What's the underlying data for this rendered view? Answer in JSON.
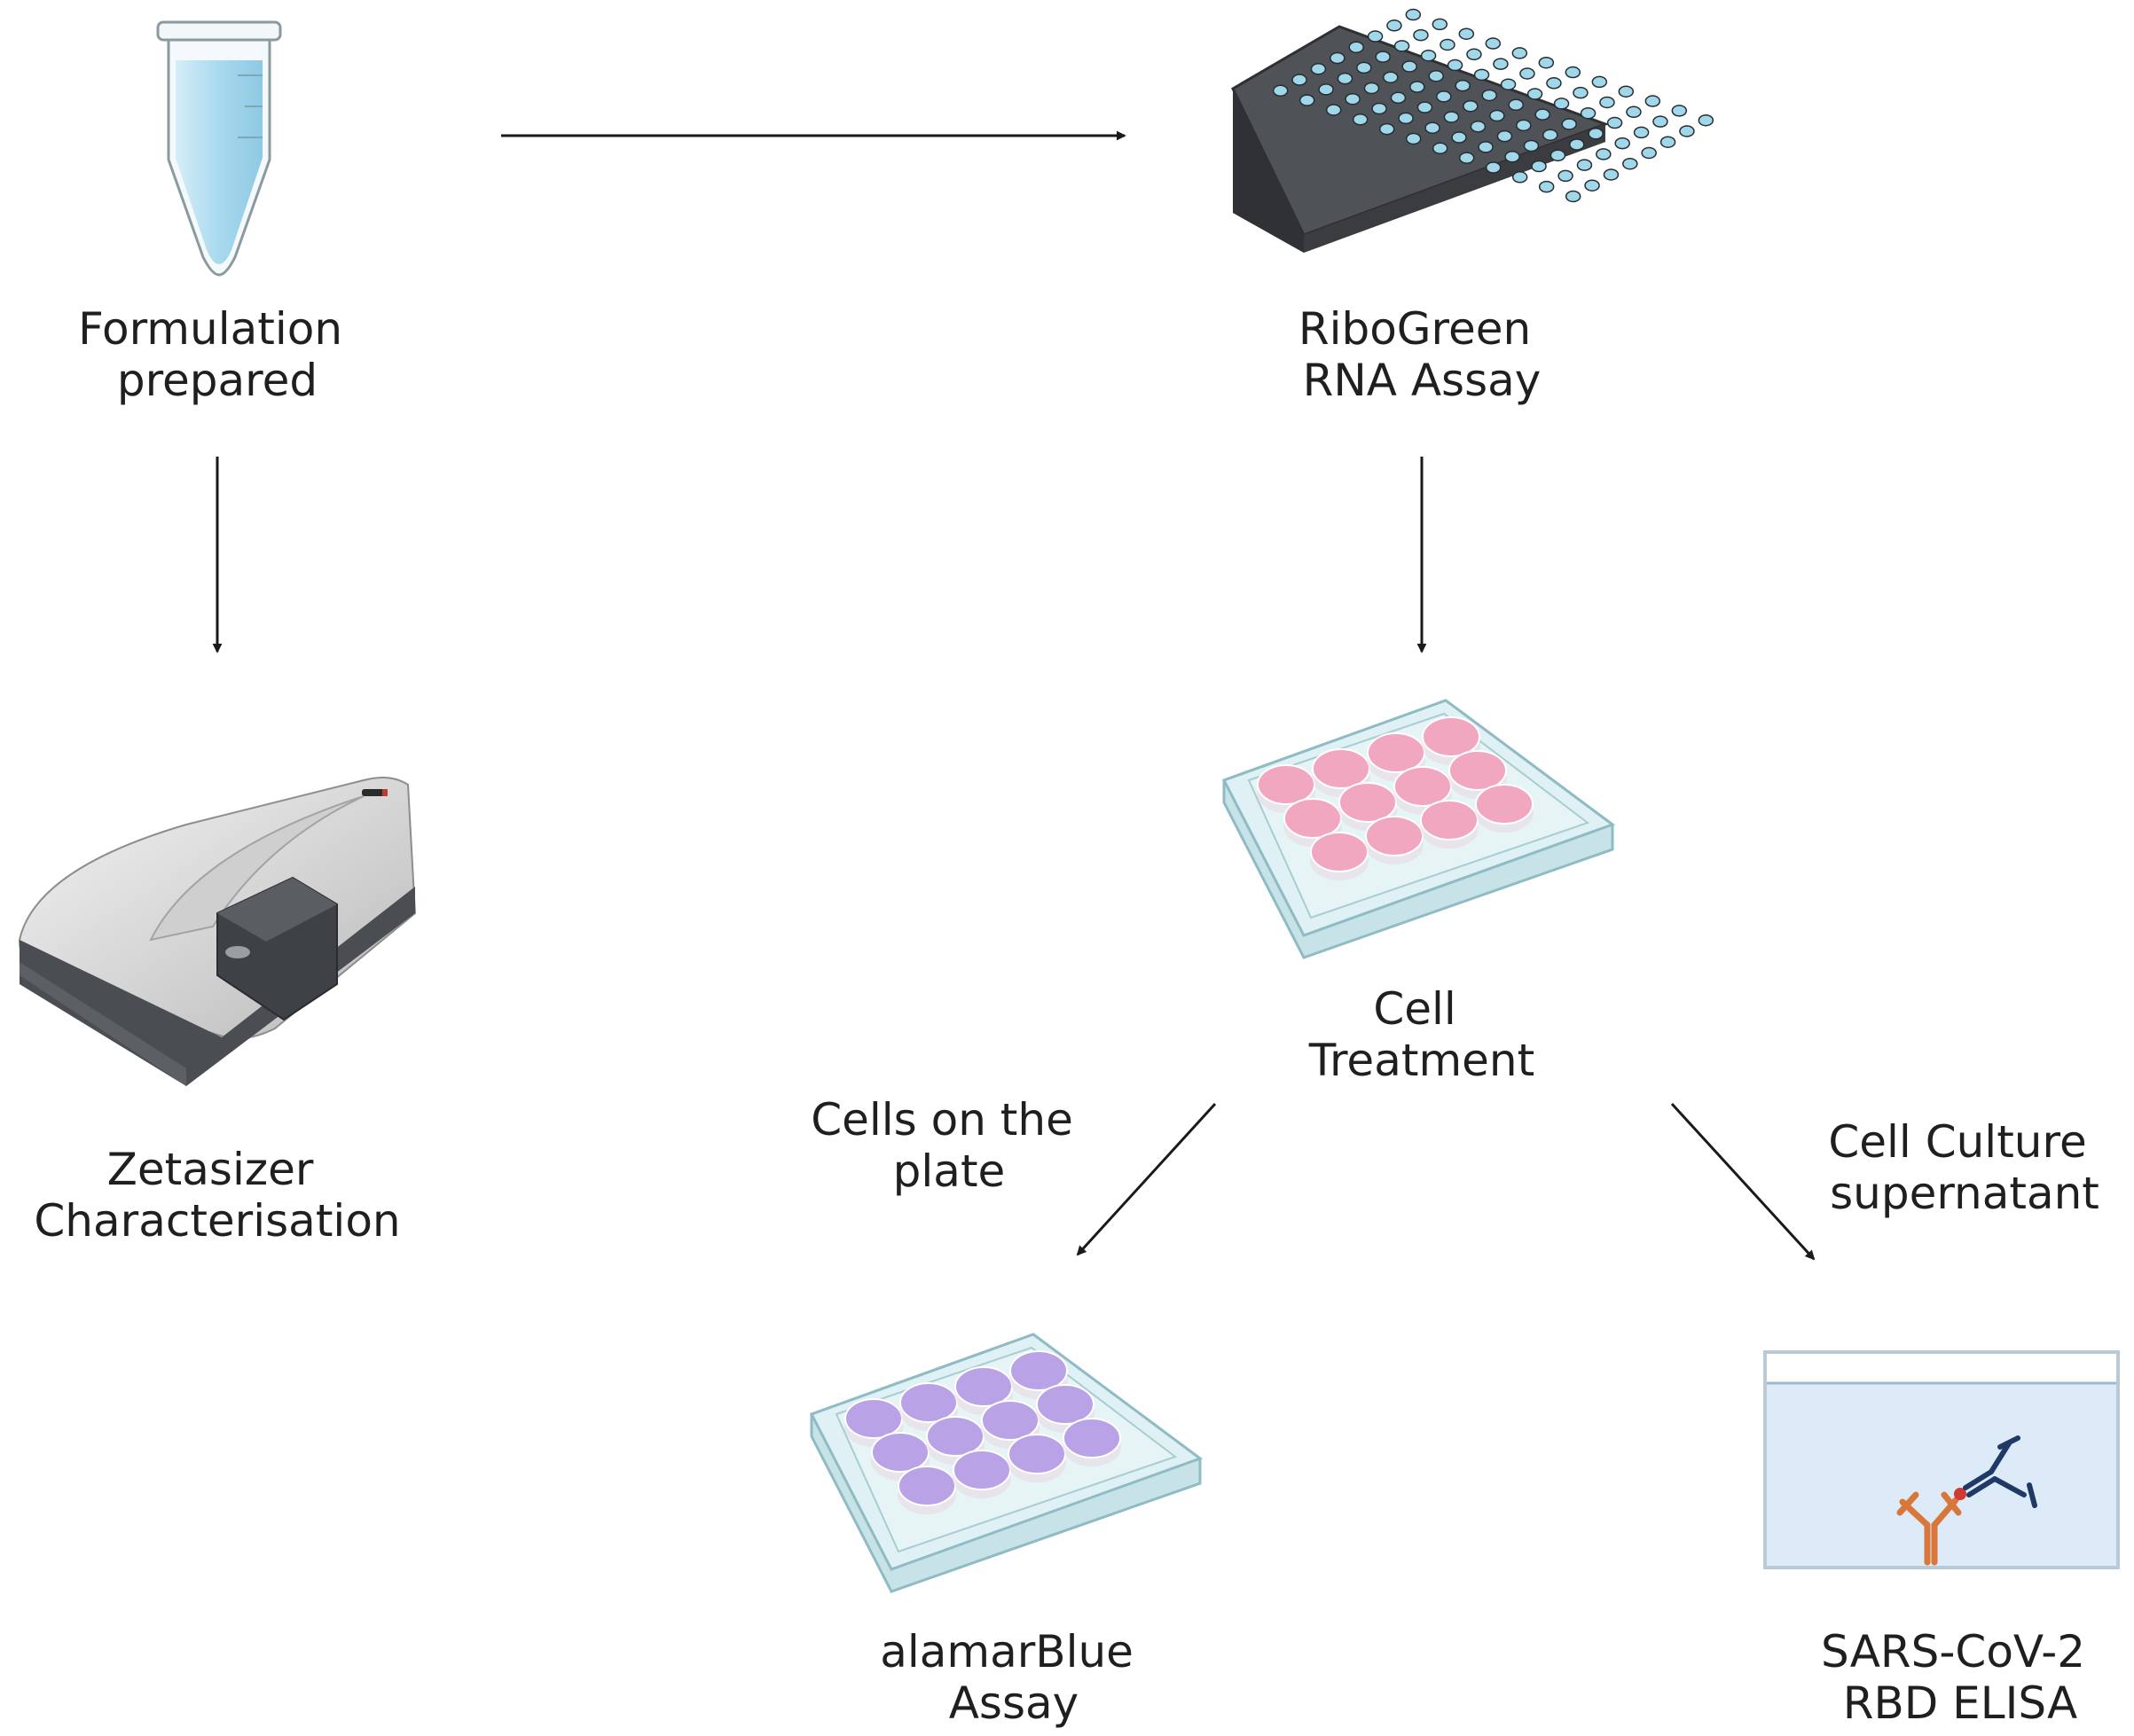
{
  "nodes": {
    "formulation": {
      "line1": "Formulation",
      "line2": "prepared",
      "icon": "microcentrifuge-tube-icon"
    },
    "ribogreen": {
      "line1": "RiboGreen",
      "line2": "RNA Assay",
      "icon": "96-well-plate-icon"
    },
    "zetasizer": {
      "line1": "Zetasizer",
      "line2": "Characterisation",
      "icon": "zetasizer-instrument-icon"
    },
    "cell_treatment": {
      "line1": "Cell",
      "line2": "Treatment",
      "icon": "12-well-plate-pink-icon"
    },
    "alamarblue": {
      "line1": "alamarBlue",
      "line2": "Assay",
      "icon": "12-well-plate-purple-icon"
    },
    "elisa": {
      "line1": "SARS-CoV-2",
      "line2": "RBD ELISA",
      "icon": "elisa-well-antibody-icon"
    }
  },
  "edge_labels": {
    "cells_on_plate": {
      "line1": "Cells on the",
      "line2": "plate"
    },
    "supernatant": {
      "line1": "Cell Culture",
      "line2": "supernatant"
    }
  },
  "colors": {
    "tube_liquid": "#bfe3f2",
    "plate_dark": "#4a4d52",
    "well_blue": "#9ed8ea",
    "well_pink": "#f2a7c0",
    "well_purple": "#b9a3e6",
    "plate_clear": "#d6eef2",
    "elisa_liquid": "#dcebf7",
    "antibody_orange": "#d9773a",
    "antibody_navy": "#1f3a66"
  }
}
